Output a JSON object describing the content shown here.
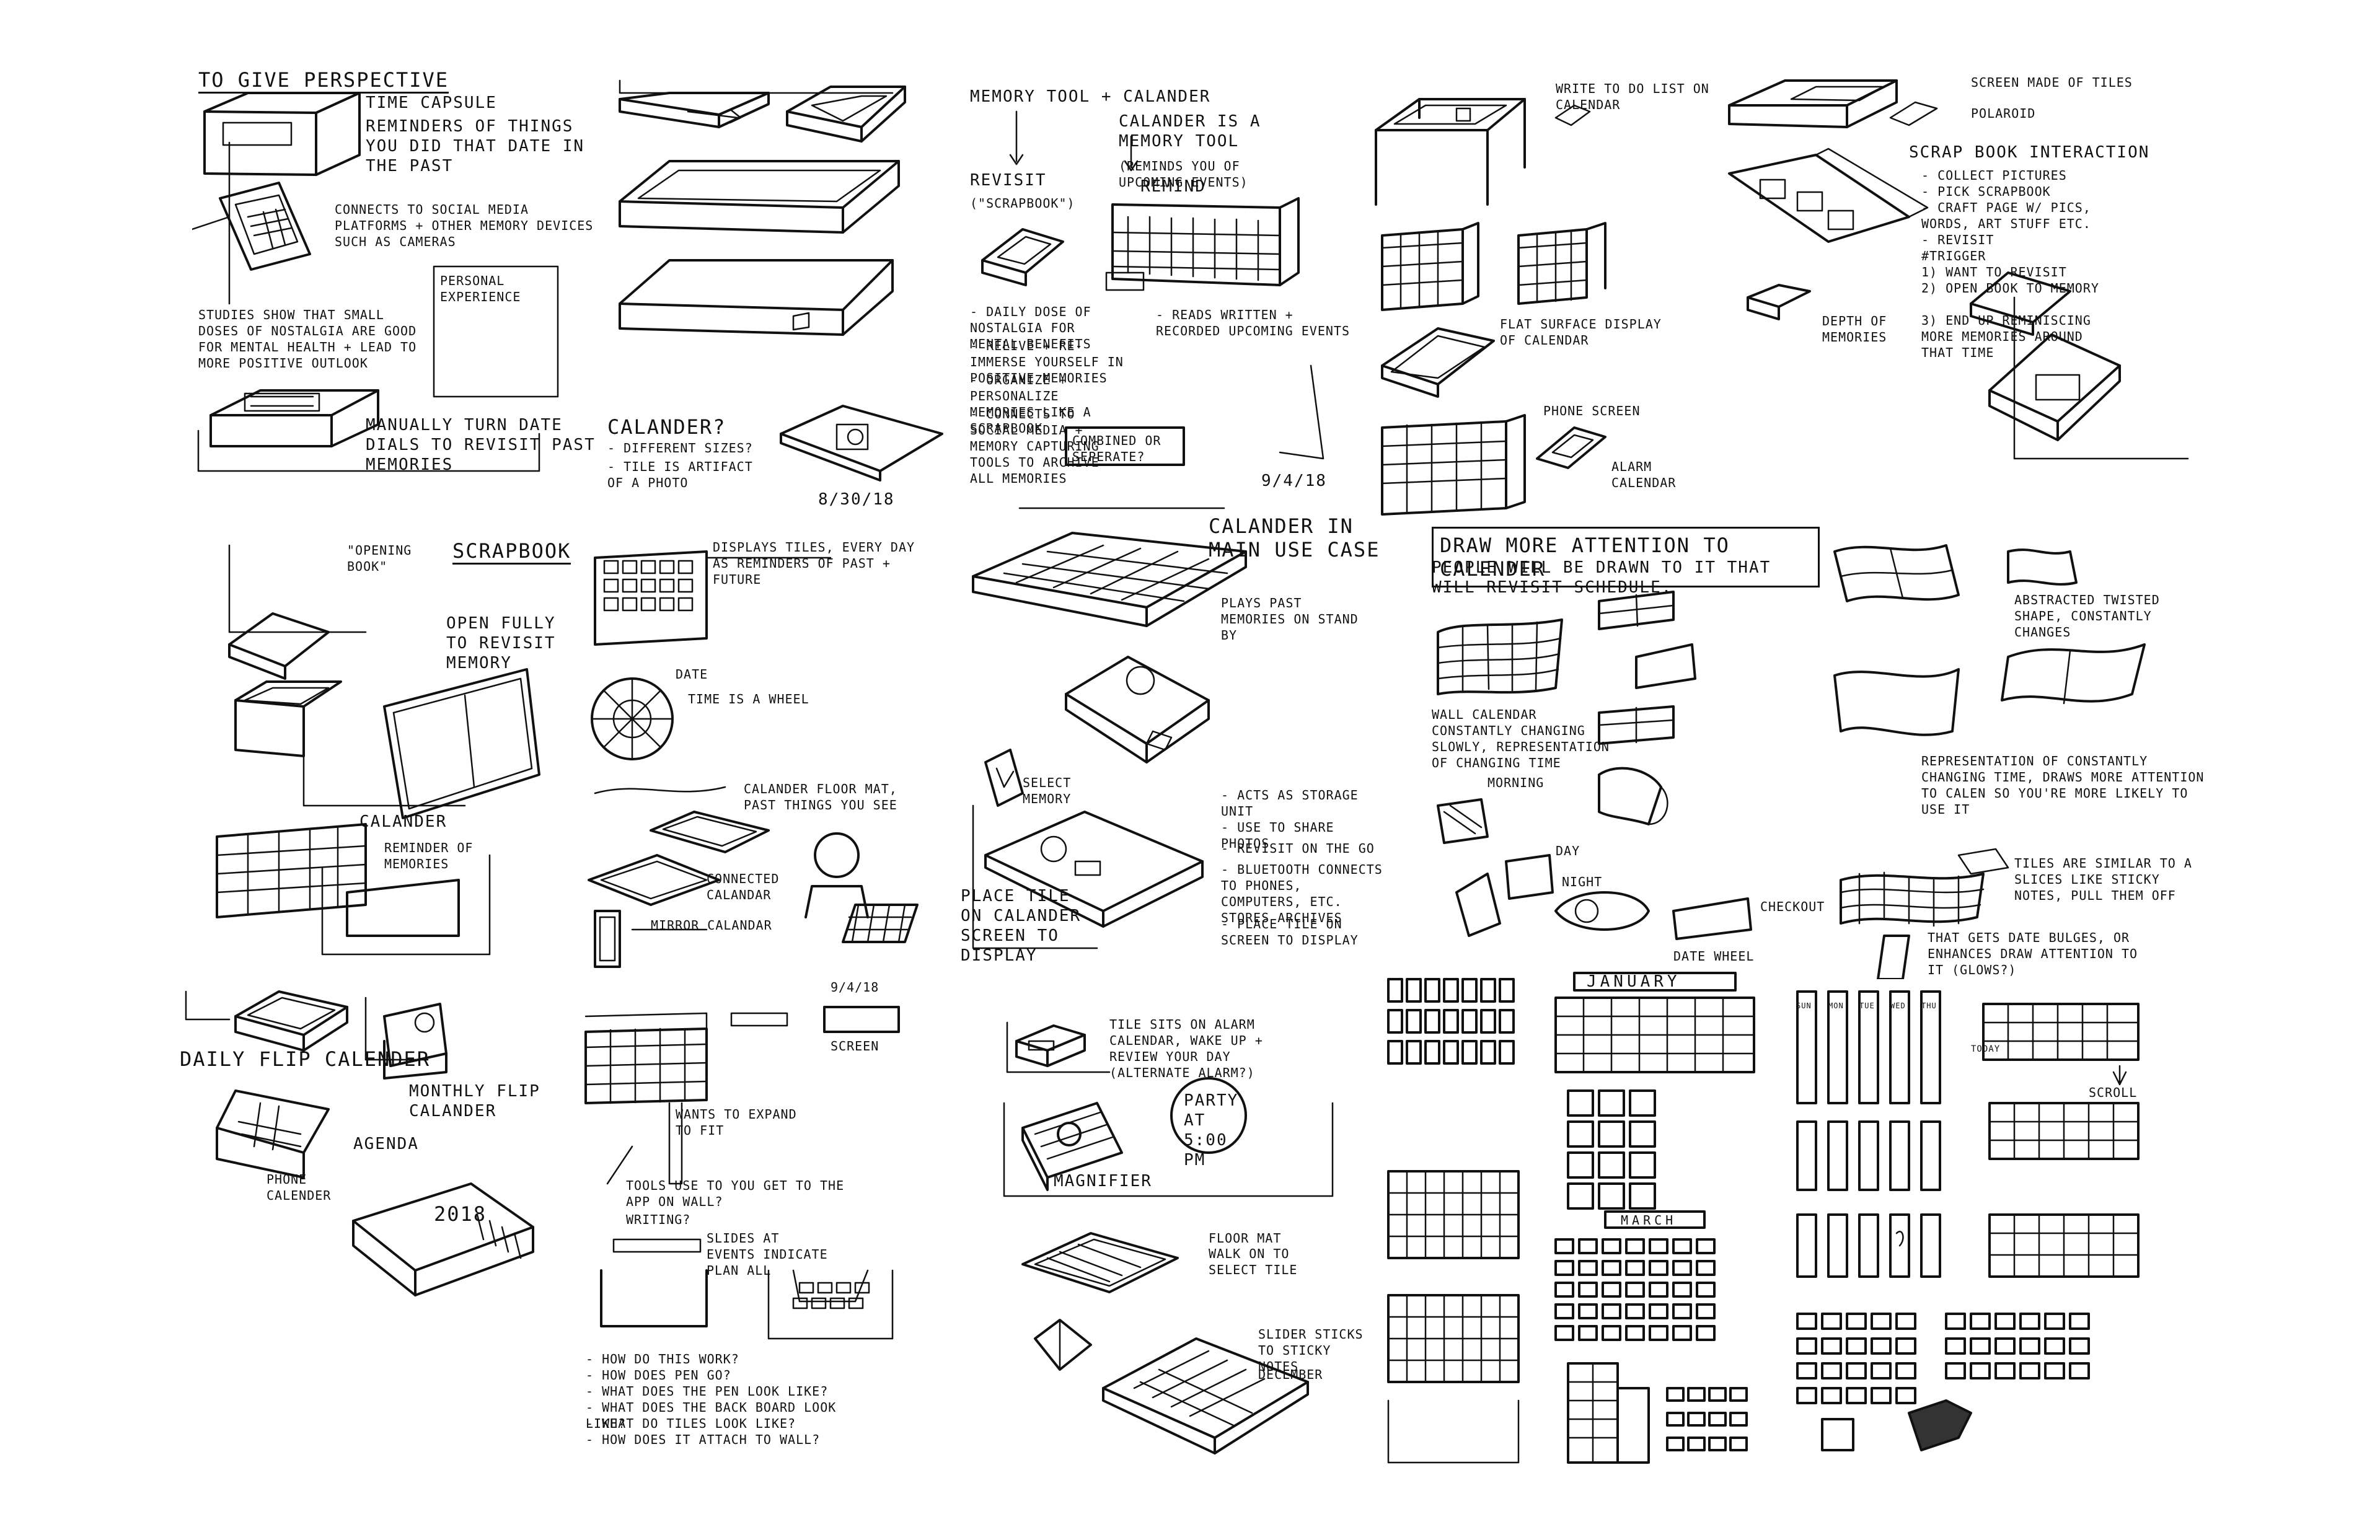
{
  "sheet": {
    "paper_color": "#ffffff",
    "ink_color": "#111111",
    "panels": [
      {
        "id": "p1",
        "notes": [
          "TO GIVE PERSPECTIVE",
          "TIME CAPSULE",
          "REMINDERS OF THINGS YOU DID THAT DATE IN THE PAST",
          "CONNECTS TO SOCIAL MEDIA PLATFORMS + OTHER MEMORY DEVICES SUCH AS CAMERAS",
          "STUDIES SHOW THAT SMALL DOSES OF NOSTALGIA ARE GOOD FOR MENTAL HEALTH + LEAD TO MORE POSITIVE OUTLOOK",
          "PERSONAL EXPERIENCE",
          "MANUALLY TURN DATE DIALS TO REVISIT PAST MEMORIES"
        ]
      },
      {
        "id": "p2",
        "notes": [
          "CALANDER?",
          "- DIFFERENT SIZES?",
          "- TILE IS ARTIFACT OF A PHOTO",
          "8/30/18"
        ]
      },
      {
        "id": "p3",
        "notes": [
          "MEMORY TOOL + CALANDER",
          "CALANDER IS A MEMORY TOOL",
          "(REMINDS YOU OF UPCOMING EVENTS)",
          "REVISIT",
          "(\"SCRAPBOOK\")",
          "REMIND",
          "- DAILY DOSE OF NOSTALGIA FOR MENTAL BENEFITS",
          "- RELIVE + RE-IMMERSE YOURSELF IN POSITIVE MEMORIES",
          "- ORGANIZE + PERSONALIZE MEMORIES LIKE A SCRAPBOOK",
          "- CONNECTS TO SOCIAL MEDIA + MEMORY CAPTURING TOOLS TO ARCHIVE ALL MEMORIES",
          "- READS WRITTEN + RECORDED UPCOMING EVENTS",
          "COMBINED OR SEPERATE?",
          "9/4/18"
        ]
      },
      {
        "id": "p4",
        "notes": [
          "WRITE TO DO LIST ON CALENDAR",
          "FLAT SURFACE DISPLAY OF CALENDAR",
          "PHONE SCREEN",
          "ALARM CALENDAR"
        ]
      },
      {
        "id": "p5",
        "notes": [
          "SCREEN MADE OF TILES",
          "POLAROID",
          "SCRAP BOOK INTERACTION",
          "- COLLECT PICTURES",
          "- PICK SCRAPBOOK",
          "- CRAFT PAGE W/ PICS, WORDS, ART STUFF ETC.",
          "- REVISIT",
          "#TRIGGER",
          "1) WANT TO REVISIT",
          "2) OPEN BOOK TO MEMORY",
          "3) END UP REMINISCING MORE MEMORIES AROUND THAT TIME",
          "DEPTH OF MEMORIES"
        ]
      },
      {
        "id": "p6",
        "notes": [
          "\"OPENING BOOK\"",
          "SCRAPBOOK",
          "OPEN FULLY TO REVISIT MEMORY",
          "CALANDER",
          "REMINDER OF MEMORIES"
        ]
      },
      {
        "id": "p7",
        "notes": [
          "DISPLAYS TILES, EVERY DAY AS REMINDERS OF PAST + FUTURE",
          "DATE",
          "TIME IS A WHEEL",
          "CALANDER FLOOR MAT, PAST THINGS YOU SEE",
          "CONNECTED CALANDAR",
          "MIRROR CALANDAR"
        ]
      },
      {
        "id": "p8",
        "notes": [
          "CALANDER IN MAIN USE CASE",
          "PLAYS PAST MEMORIES ON STAND BY",
          "SELECT MEMORY",
          "PLACE TILE ON CALANDER SCREEN TO DISPLAY",
          "- ACTS AS STORAGE UNIT",
          "- USE TO SHARE PHOTOS",
          "- REVISIT ON THE GO",
          "- BLUETOOTH CONNECTS TO PHONES, COMPUTERS, ETC. STORES ARCHIVES",
          "- PLACE TILE ON SCREEN TO DISPLAY"
        ]
      },
      {
        "id": "p9",
        "notes": [
          "DRAW MORE ATTENTION TO CALENDER",
          "PEOPLE WILL BE DRAWN TO IT THAT WILL REVISIT SCHEDULE.",
          "WALL CALENDAR CONSTANTLY CHANGING SLOWLY, REPRESENTATION OF CHANGING TIME",
          "MORNING",
          "DAY",
          "NIGHT",
          "CHECKOUT",
          "DATE WHEEL"
        ]
      },
      {
        "id": "p10",
        "notes": [
          "ABSTRACTED TWISTED SHAPE, CONSTANTLY CHANGES",
          "REPRESENTATION OF CONSTANTLY CHANGING TIME, DRAWS MORE ATTENTION TO CALEN SO YOU'RE MORE LIKELY TO USE IT",
          "TILES ARE SIMILAR TO A SLICES LIKE STICKY NOTES, PULL THEM OFF",
          "THAT GETS DATE BULGES, OR ENHANCES DRAW ATTENTION TO IT (GLOWS?)"
        ]
      },
      {
        "id": "p11",
        "notes": [
          "DAILY FLIP CALENDER",
          "MONTHLY FLIP CALANDER",
          "AGENDA",
          "2018",
          "PHONE CALENDER"
        ]
      },
      {
        "id": "p12",
        "notes": [
          "9/4/18",
          "SCREEN",
          "WANTS TO EXPAND TO FIT",
          "TOOLS USE TO YOU GET TO THE APP ON WALL?",
          "WRITING?",
          "SLIDES AT EVENTS INDICATE PLAN ALL",
          "- HOW DO THIS WORK?",
          "- HOW DOES PEN GO?",
          "- WHAT DOES THE PEN LOOK LIKE?",
          "- WHAT DOES THE BACK BOARD LOOK LIKE?",
          "- WHAT DO TILES LOOK LIKE?",
          "- HOW DOES IT ATTACH TO WALL?"
        ]
      },
      {
        "id": "p13",
        "notes": [
          "TILE SITS ON ALARM CALENDAR, WAKE UP + REVIEW YOUR DAY",
          "(ALTERNATE ALARM?)",
          "PARTY AT 5:00 PM",
          "MAGNIFIER",
          "FLOOR MAT",
          "WALK ON TO SELECT TILE",
          "DECEMBER",
          "SLIDER STICKS TO STICKY NOTES"
        ]
      },
      {
        "id": "p14",
        "notes": [
          "JANUARY",
          "MARCH"
        ]
      },
      {
        "id": "p15",
        "notes": [
          "SUN",
          "MON",
          "TUE",
          "WED",
          "THU",
          "TODAY",
          "SCROLL"
        ]
      }
    ]
  }
}
